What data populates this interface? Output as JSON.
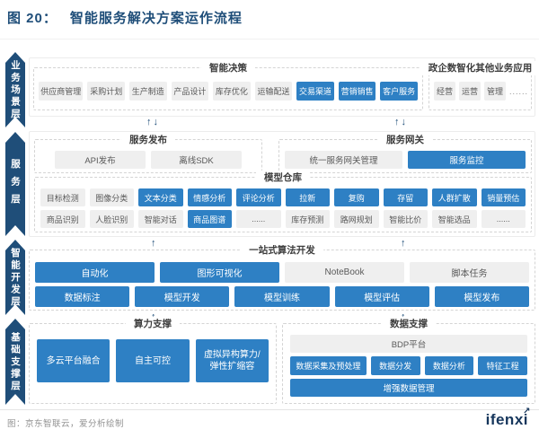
{
  "header": {
    "fig_label": "图 20：",
    "title": "智能服务解决方案运作流程"
  },
  "ribbons": [
    "业务场景层",
    "服务层",
    "智能开发层",
    "基础支撑层"
  ],
  "icons": {
    "up_arrow": "↑",
    "down_arrow": "↓",
    "logo_arrow": "↗"
  },
  "colors": {
    "navy": "#1f4e79",
    "blue": "#2e80c4",
    "chip_gray": "#efefef"
  },
  "layer1": {
    "decision": {
      "label": "智能决策",
      "items": [
        "供应商管理",
        "采购计划",
        "生产制造",
        "产品设计",
        "库存优化",
        "运输配送",
        "交易渠道",
        "营销销售",
        "客户服务"
      ]
    },
    "gov": {
      "label": "政企数智化其他业务应用",
      "items": [
        "经营",
        "运营",
        "管理"
      ],
      "more": "......"
    }
  },
  "layer2": {
    "publish": {
      "label": "服务发布",
      "items": [
        "API发布",
        "离线SDK"
      ]
    },
    "gateway": {
      "label": "服务网关",
      "items": [
        "统一服务网关管理",
        "服务监控"
      ]
    },
    "models": {
      "label": "模型仓库",
      "row1": [
        "目标检测",
        "图像分类",
        "文本分类",
        "情感分析",
        "评论分析",
        "拉新",
        "复购",
        "存留",
        "人群扩散",
        "销量预估"
      ],
      "row2": [
        "商品识别",
        "人脸识别",
        "智能对话",
        "商品图谱",
        "......",
        "库存预测",
        "路网规划",
        "智能比价",
        "智能选品",
        "......"
      ]
    }
  },
  "layer3": {
    "label": "一站式算法开发",
    "row1": [
      "自动化",
      "图形可视化",
      "NoteBook",
      "脚本任务"
    ],
    "row2": [
      "数据标注",
      "模型开发",
      "模型训练",
      "模型评估",
      "模型发布"
    ]
  },
  "layer4": {
    "compute": {
      "label": "算力支撑",
      "items": [
        "多云平台融合",
        "自主可控"
      ],
      "item3_line1": "虚拟异构算力/",
      "item3_line2": "弹性扩缩容"
    },
    "data": {
      "label": "数据支撑",
      "platform": "BDP平台",
      "items": [
        "数据采集及预处理",
        "数据分发",
        "数据分析",
        "特征工程"
      ],
      "bottom": "增强数据管理"
    }
  },
  "footer": {
    "credit": "图：京东智联云，爱分析绘制",
    "logo": "ifenxi"
  }
}
